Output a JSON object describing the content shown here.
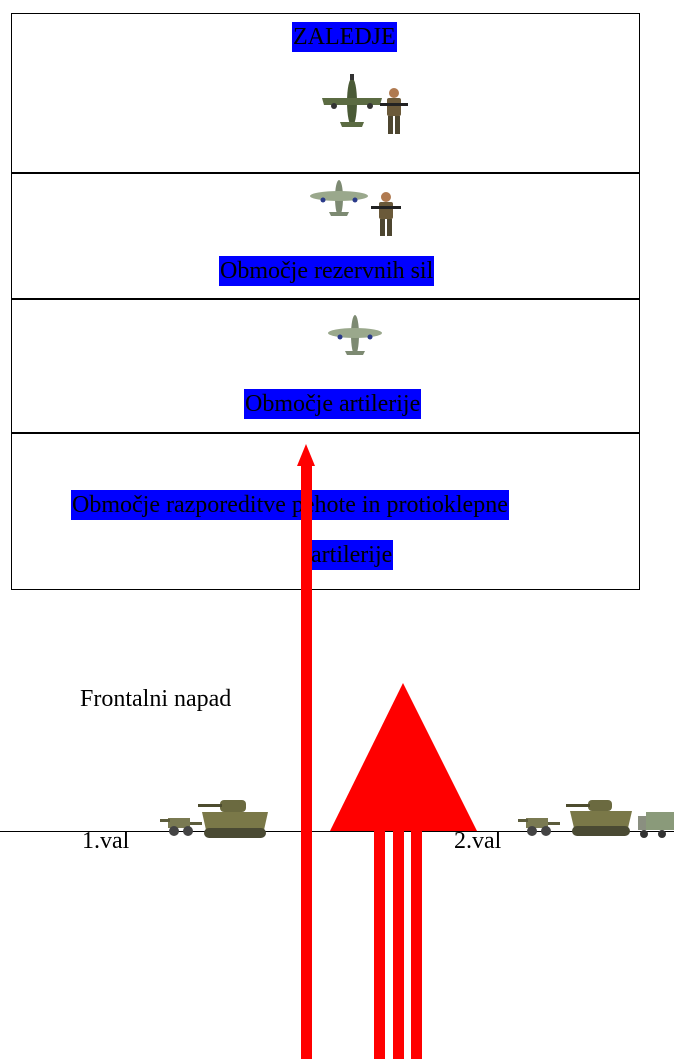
{
  "zones": {
    "rear": {
      "label": "ZALEDJE",
      "icons": [
        "fighter-plane-icon",
        "soldier-icon"
      ]
    },
    "reserve": {
      "label": "Območje rezervnih sil",
      "icons": [
        "fighter-plane-icon",
        "soldier-icon"
      ]
    },
    "artillery": {
      "label": "Območje artilerije",
      "icons": [
        "fighter-plane-icon"
      ]
    },
    "infantry": {
      "label_line1": "Območje razporeditve pehote in protioklepne",
      "label_line2": "artilerije"
    }
  },
  "attack": {
    "title": "Frontalni napad",
    "wave1": {
      "label": "1.val",
      "icons": [
        "anti-tank-gun-icon",
        "tank-icon"
      ]
    },
    "wave2": {
      "label": "2.val",
      "icons": [
        "anti-tank-gun-icon",
        "tank-icon",
        "truck-icon"
      ]
    }
  },
  "colors": {
    "highlight": "#0000ff",
    "arrow": "#ff0000",
    "border": "#000000"
  }
}
